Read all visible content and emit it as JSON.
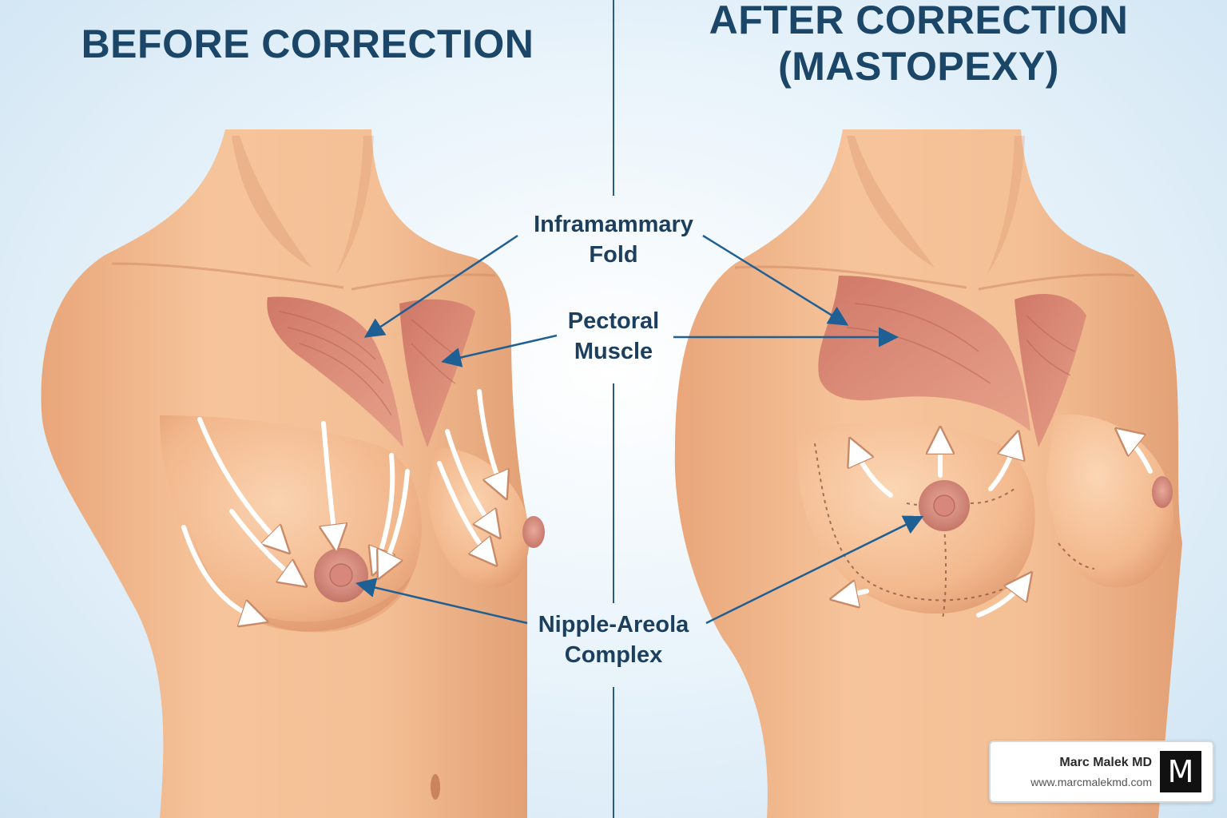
{
  "titles": {
    "before": "BEFORE CORRECTION",
    "after_line1": "AFTER CORRECTION",
    "after_line2": "(MASTOPEXY)"
  },
  "labels": {
    "inframammary_fold": [
      "Inframammary",
      "Fold"
    ],
    "pectoral_muscle": [
      "Pectoral",
      "Muscle"
    ],
    "nipple_areola_complex": [
      "Nipple-Areola",
      "Complex"
    ]
  },
  "brand": {
    "name": "Marc Malek MD",
    "url": "www.marcmalekmd.com",
    "logo_letter": "M"
  },
  "colors": {
    "skin": "#f0b889",
    "skin_shadow": "#d98f67",
    "muscle": "#d47d70",
    "areola": "#cf8378",
    "leader_line": "#1e5f94",
    "title": "#1b4668"
  }
}
